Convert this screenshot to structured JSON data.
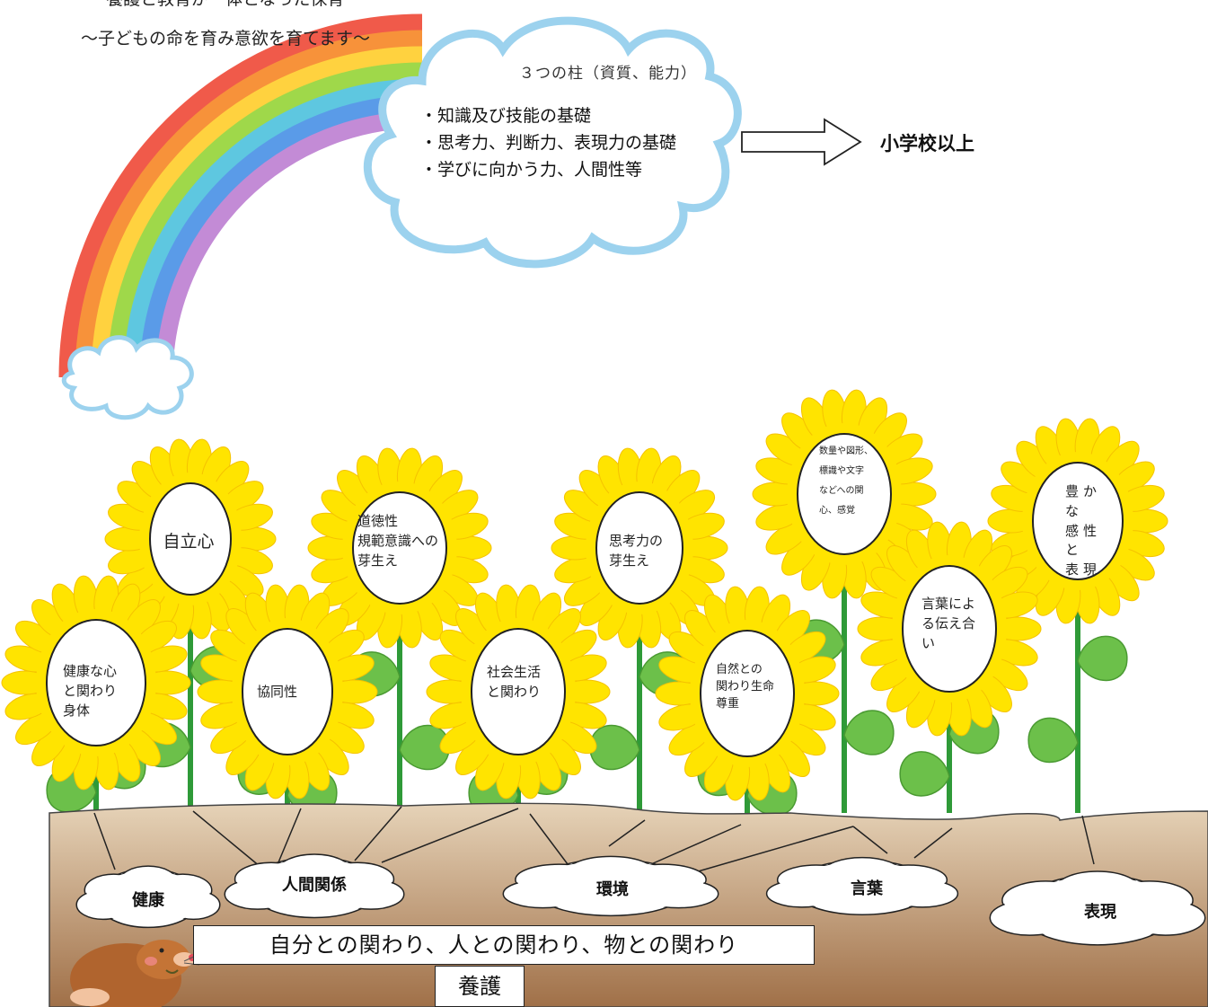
{
  "header": {
    "line1": "養護と教育が一体となった保育",
    "line2": "〜子どもの命を育み意欲を育てます〜"
  },
  "pillars_cloud": {
    "title": "３つの柱（資質、能力）",
    "items": [
      "・知識及び技能の基礎",
      "・思考力、判断力、表現力の基礎",
      "・学びに向かう力、人間性等"
    ]
  },
  "goal": {
    "label": "小学校以上"
  },
  "flowers": [
    {
      "label": "健康な心\nと関わり\n身体"
    },
    {
      "label": "自立心"
    },
    {
      "label": "協同性"
    },
    {
      "label": "道徳性\n規範意識への\n芽生え"
    },
    {
      "label": "社会生活\nと関わり"
    },
    {
      "label": "思考力の\n芽生え"
    },
    {
      "label": "自然との\n関わり生命\n尊重"
    },
    {
      "label": "数量や図形、\n標識や文字\nなどへの関\n心、感覚"
    },
    {
      "label": "言葉によ\nる伝え合\nい"
    },
    {
      "label": "豊かな\n感性と\n表現"
    }
  ],
  "domains": [
    "健康",
    "人間関係",
    "環境",
    "言葉",
    "表現"
  ],
  "relations_box": {
    "label": "自分との関わり、人との関わり、物との関わり"
  },
  "care_box": {
    "label": "養護"
  },
  "colors": {
    "petal": "#ffe400",
    "petal_edge": "#f5c200",
    "leaf": "#6cc04a",
    "stem": "#2f9a38",
    "soil_top": "#e6d3b8",
    "soil_bottom": "#a07048",
    "cloud_border": "#9cd2ee",
    "rainbow": [
      "#f05a4a",
      "#f7923a",
      "#ffd23f",
      "#9fd84a",
      "#5ec7e0",
      "#5a9be8",
      "#c38bd6"
    ]
  }
}
